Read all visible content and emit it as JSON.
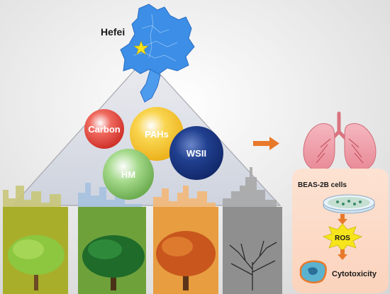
{
  "map": {
    "city_label": "Hefei",
    "marker_icon": "star-icon"
  },
  "pollutants": [
    {
      "label": "Carbon",
      "color": "#e23a33"
    },
    {
      "label": "PAHs",
      "color": "#f4c01e"
    },
    {
      "label": "WSII",
      "color": "#14307a"
    },
    {
      "label": "HM",
      "color": "#7cbf5e"
    }
  ],
  "seasons": [
    {
      "color": "#a7b22a"
    },
    {
      "color": "#6c9a3a"
    },
    {
      "color": "#e49a3e"
    },
    {
      "color": "#8a8a8a"
    }
  ],
  "effects": {
    "cell_label": "BEAS-2B cells",
    "ros_label": "ROS",
    "outcome_label": "Cytotoxicity",
    "arrow_color": "#e8792a"
  }
}
